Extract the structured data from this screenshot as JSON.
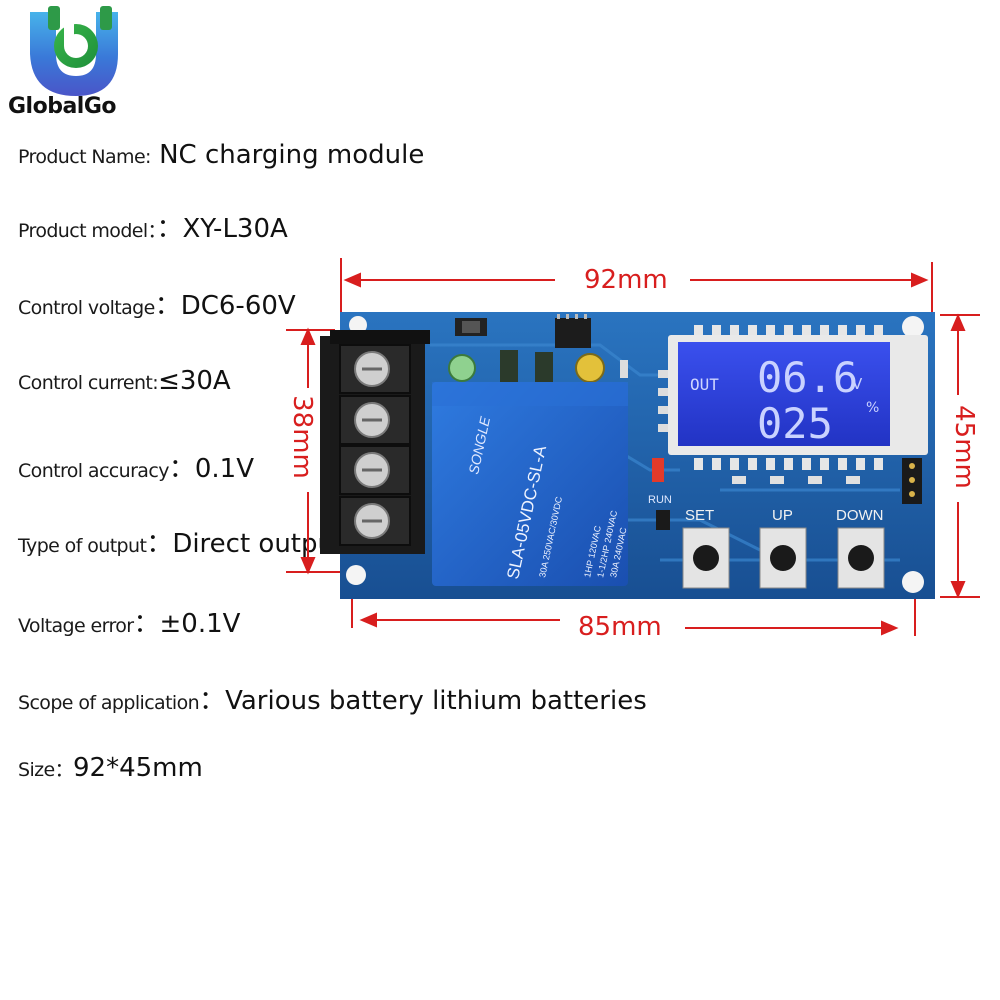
{
  "brand": {
    "name": "GlobalGo",
    "colors": {
      "logo_top": "#3fa8e0",
      "logo_bottom": "#2ea84a"
    }
  },
  "specs": [
    {
      "label": "Product Name:",
      "value": " NC charging module"
    },
    {
      "label": "Product model：",
      "value": "：XY-L30A"
    },
    {
      "label": "Control voltage",
      "value": "：DC6-60V"
    },
    {
      "label": "Control current:",
      "value": "≤30A"
    },
    {
      "label": "Control accuracy",
      "value": "：0.1V"
    },
    {
      "label": "Type of output",
      "value": "：Direct output"
    },
    {
      "label": "Voltage error",
      "value": "：±0.1V"
    },
    {
      "label": "Scope of application",
      "value": "：Various battery lithium batteries"
    },
    {
      "label": "Size：",
      "value": "92*45mm"
    }
  ],
  "dimensions": {
    "top": "92mm",
    "bottom": "85mm",
    "left": "38mm",
    "right": "45mm",
    "color": "#d81e1e"
  },
  "module": {
    "lcd_label": "OUT",
    "lcd_value_1": "06.6",
    "lcd_unit_1": "V",
    "lcd_value_2": "025",
    "lcd_unit_2": "%",
    "buttons": [
      "SET",
      "UP",
      "DOWN"
    ],
    "run_label": "RUN",
    "relay_brand": "SONGLE",
    "relay_model": "SLA-05VDC-SL-A",
    "relay_rating_1": "30A 250VAC/30VDC",
    "relay_rating_2": "1-1/2HP 240VAC",
    "relay_rating_3": "30A 240VAC",
    "relay_rating_4": "1HP 120VAC"
  },
  "colors": {
    "pcb": "#1b5fa8",
    "lcd": "#2a3fd8",
    "relay": "#1f63c9"
  }
}
